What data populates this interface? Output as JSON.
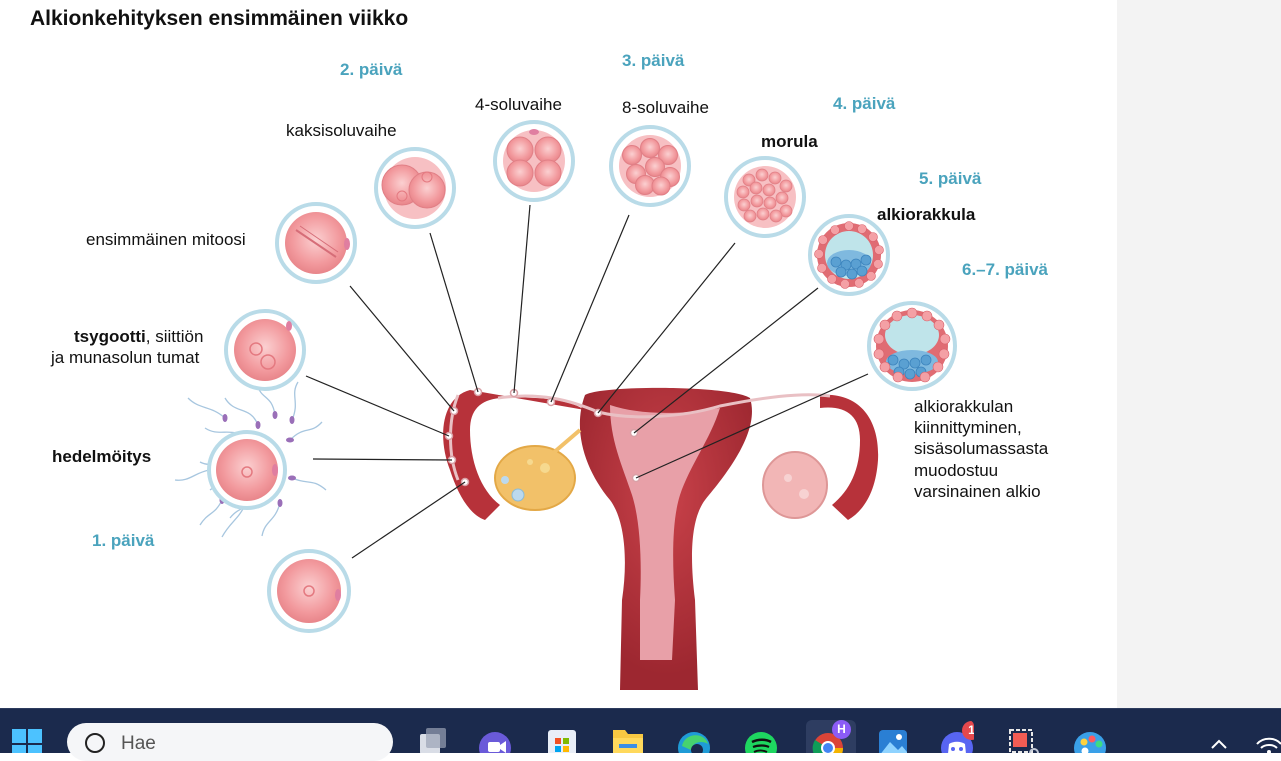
{
  "title": "Alkionkehityksen ensimmäinen viikko",
  "days": {
    "d1": "1. päivä",
    "d2": "2. päivä",
    "d3": "3. päivä",
    "d4": "4. päivä",
    "d5": "5. päivä",
    "d67": "6.–7. päivä"
  },
  "stages": {
    "fertilization": "hedelmöitys",
    "zygote_bold": "tsygootti",
    "zygote_rest": ", siittiön",
    "zygote_line2": "ja munasolun tumat",
    "first_mitosis": "ensimmäinen mitoosi",
    "two_cell": "kaksisoluvaihe",
    "four_cell": "4-soluvaihe",
    "eight_cell": "8-soluvaihe",
    "morula": "morula",
    "blastocyst": "alkiorakkula",
    "implantation": [
      "alkiorakkulan",
      "kiinnittyminen,",
      "sisäsolumassasta",
      "muodostuu",
      "varsinainen alkio"
    ]
  },
  "taskbar": {
    "search_placeholder": "Hae",
    "discord_badge": "1",
    "chrome_profile": "H",
    "apps": [
      "start-icon",
      "search-icon",
      "task-view-icon",
      "teams-icon",
      "store-icon",
      "file-explorer-icon",
      "edge-icon",
      "spotify-icon",
      "chrome-icon",
      "photos-icon",
      "discord-icon",
      "snipping-tool-icon",
      "paint-icon",
      "chevron-up-icon",
      "wifi-icon"
    ]
  },
  "colors": {
    "day_label": "#4aa3bd",
    "uterus": "#b7323a",
    "cell": "#f3a3a7",
    "taskbar": "#1b2a4d"
  }
}
